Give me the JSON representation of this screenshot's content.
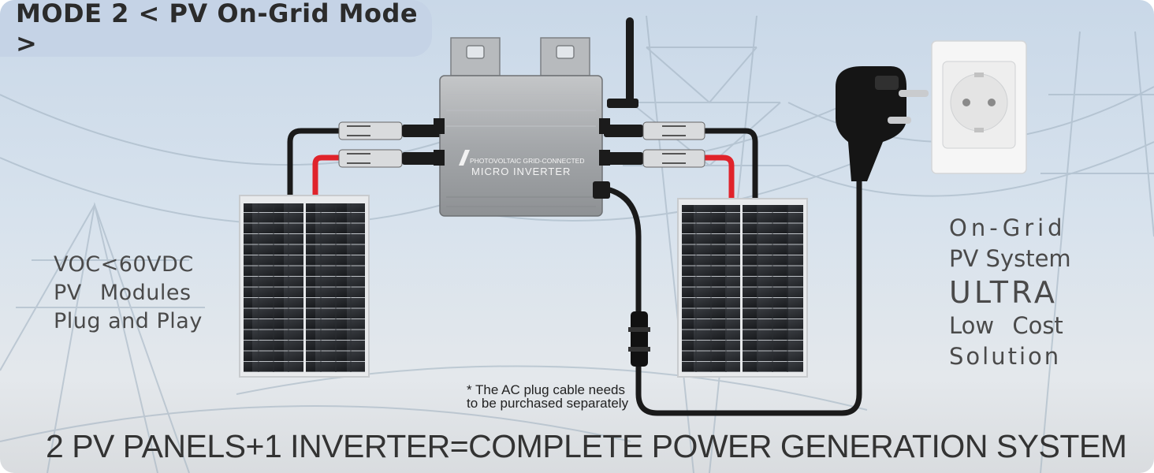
{
  "header": {
    "mode_label": "MODE 2 < PV On-Grid Mode >"
  },
  "inverter": {
    "line1": "PHOTOVOLTAIC GRID-CONNECTED",
    "line2": "MICRO INVERTER"
  },
  "left_feature": {
    "lines": [
      "VOC<60VDC",
      "PV  Modules",
      "Plug and Play"
    ]
  },
  "right_feature": {
    "lines": [
      "On-Grid",
      "PV System",
      "ULTRA",
      "Low Cost",
      "Solution"
    ]
  },
  "footnote": {
    "line1": "* The AC plug cable needs",
    "line2": "to be purchased separately"
  },
  "slogan": "2 PV PANELS+1 INVERTER=COMPLETE POWER GENERATION SYSTEM",
  "colors": {
    "badge_bg": "#c5d3e6",
    "text_dark": "#2b2b2b",
    "cable_red": "#e0232b",
    "cable_black": "#1a1a1a",
    "inverter_grey": "#a9acaf"
  },
  "icons": [
    "inverter-icon",
    "solar-panel-icon",
    "plug-icon",
    "socket-icon",
    "antenna-icon",
    "pylon-icon"
  ]
}
